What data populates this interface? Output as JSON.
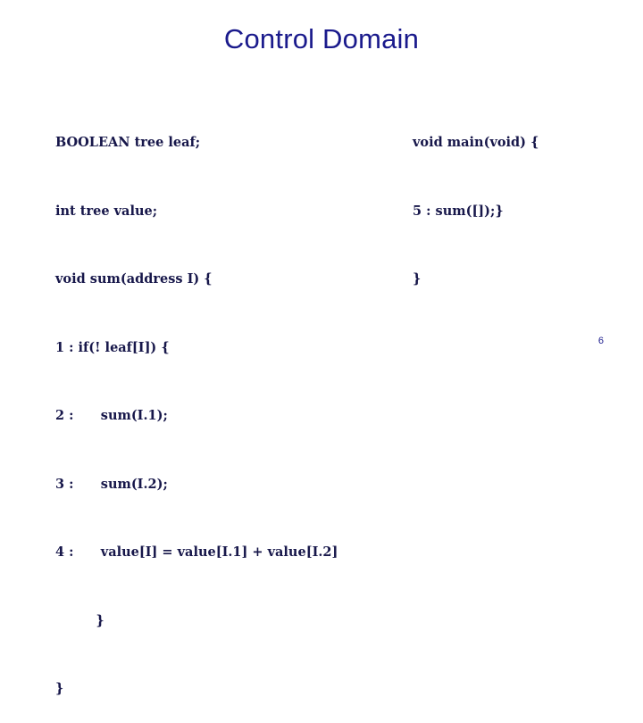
{
  "slide": {
    "title": "Control Domain",
    "page_number": "6",
    "title_color": "#1a1a8c",
    "code_color": "#17174a",
    "background": "#ffffff",
    "code_left_column": [
      "BOOLEAN tree leaf;",
      "int tree value;",
      "void sum(address I) {",
      "1 : if(! leaf[I]) {",
      "2 :      sum(I.1);",
      "3 :      sum(I.2);",
      "4 :      value[I] = value[I.1] + value[I.2]",
      "         }",
      "}"
    ],
    "code_right_column": [
      "void main(void) {",
      "5 : sum([]);}",
      "}"
    ]
  }
}
